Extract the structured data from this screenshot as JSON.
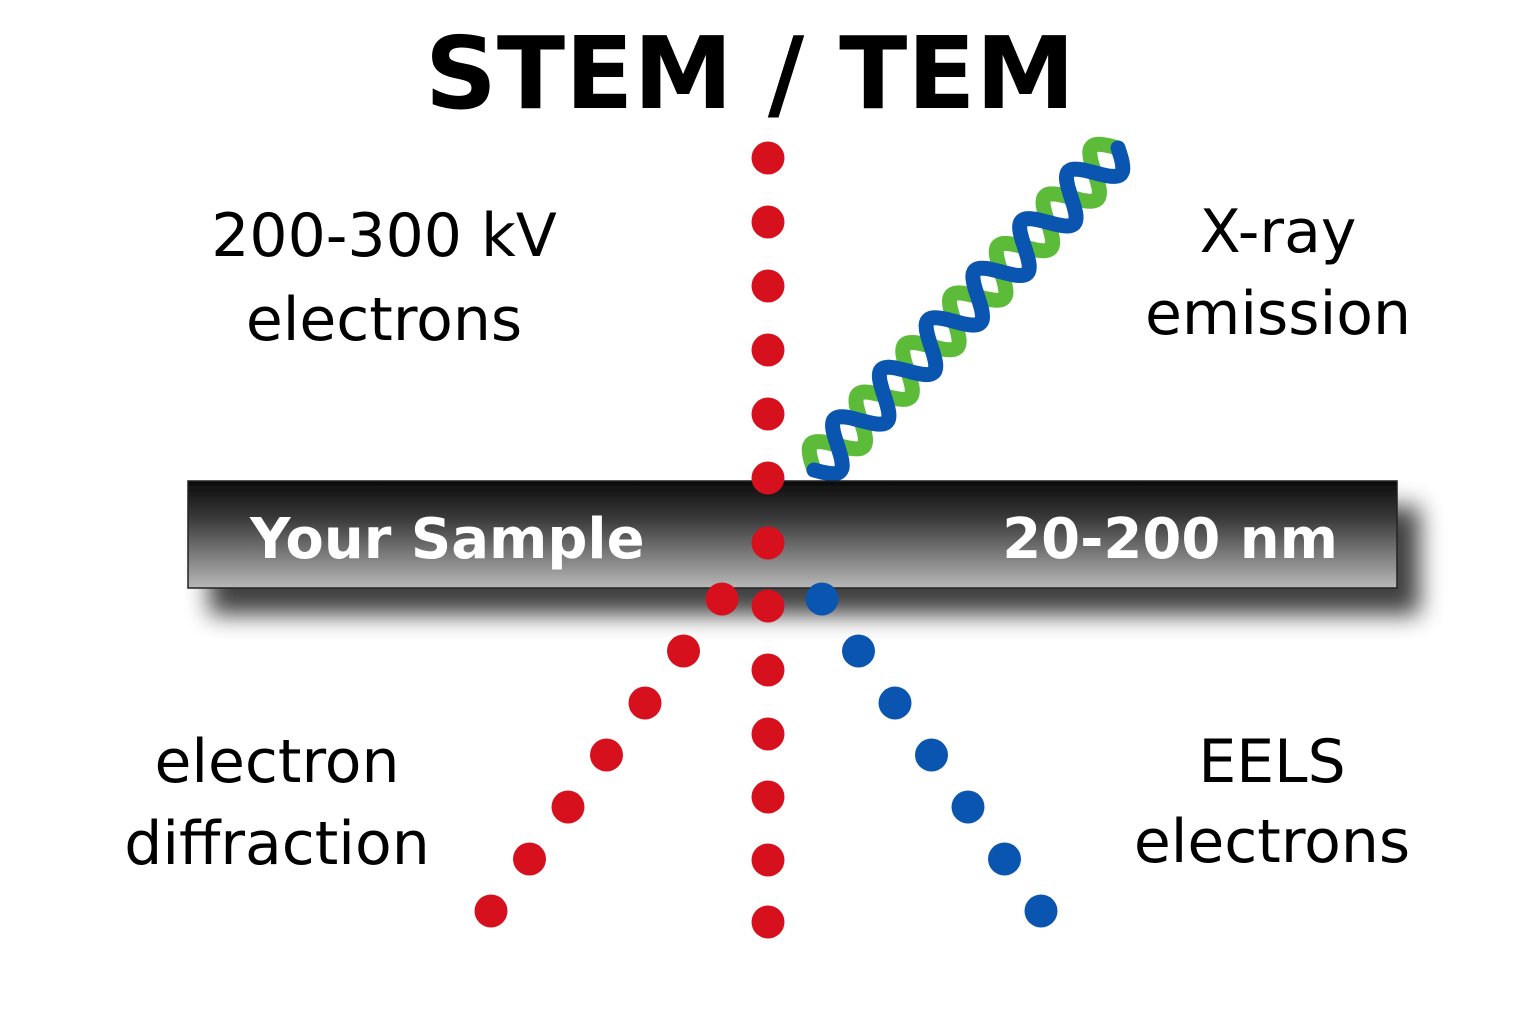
{
  "title": "STEM / TEM",
  "labels": {
    "incident_line1": "200-300 kV",
    "incident_line2": "electrons",
    "xray_line1": "X-ray",
    "xray_line2": "emission",
    "diffraction_line1": "electron",
    "diffraction_line2": "diffraction",
    "eels_line1": "EELS",
    "eels_line2": "electrons"
  },
  "sample": {
    "name": "Your Sample",
    "thickness": "20-200 nm"
  },
  "colors": {
    "electron": "#d7101e",
    "eels_electron": "#0a55b0",
    "xray_strand_a": "#0a55b0",
    "xray_strand_b": "#5cbc3a",
    "sample_dark": "#0c0c0c",
    "sample_light": "#b8b8b8"
  }
}
